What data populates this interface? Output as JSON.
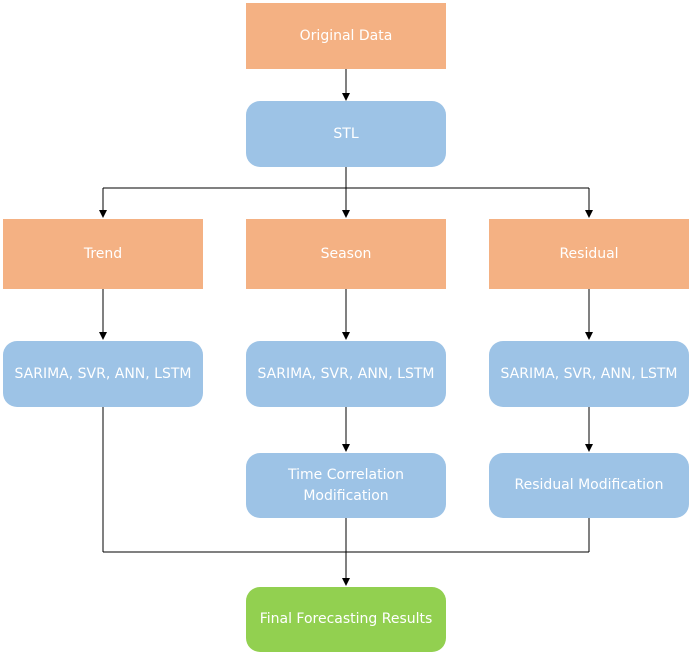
{
  "colors": {
    "input": "#f4b183",
    "process": "#9dc3e6",
    "output": "#92d050",
    "connector": "#000000"
  },
  "nodes": {
    "original": "Original Data",
    "stl": "STL",
    "trend": "Trend",
    "season": "Season",
    "residual": "Residual",
    "models_trend": "SARIMA, SVR, ANN, LSTM",
    "models_season": "SARIMA, SVR, ANN, LSTM",
    "models_residual": "SARIMA, SVR, ANN, LSTM",
    "time_corr_line1": "Time Correlation",
    "time_corr_line2": "Modification",
    "residual_mod": "Residual Modification",
    "final": "Final Forecasting Results"
  }
}
